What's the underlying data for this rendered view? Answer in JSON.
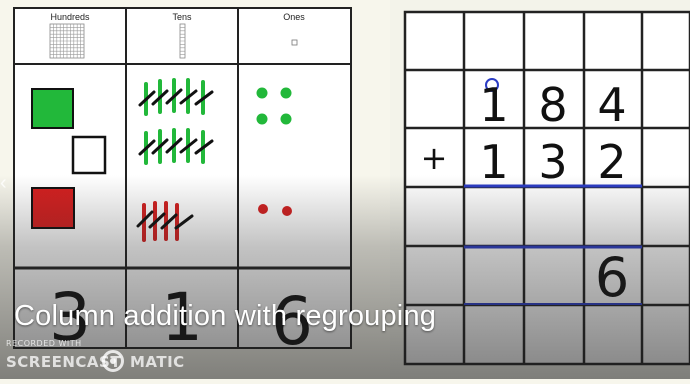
{
  "left_chart": {
    "headers": [
      "Hundreds",
      "Tens",
      "Ones"
    ],
    "totals": [
      "3",
      "1",
      "6"
    ]
  },
  "right_grid": {
    "operator": "+",
    "row1": [
      "1",
      "8",
      "4"
    ],
    "row2": [
      "1",
      "3",
      "2"
    ],
    "answer_ones": "6"
  },
  "caption": "Column addition with regrouping",
  "watermark": {
    "line1": "RECORDED WITH",
    "line2a": "SCREENCAST",
    "line2b": "MATIC"
  },
  "colors": {
    "green": "#22b83a",
    "red": "#d42020",
    "blue_line": "#2b3cc4"
  }
}
